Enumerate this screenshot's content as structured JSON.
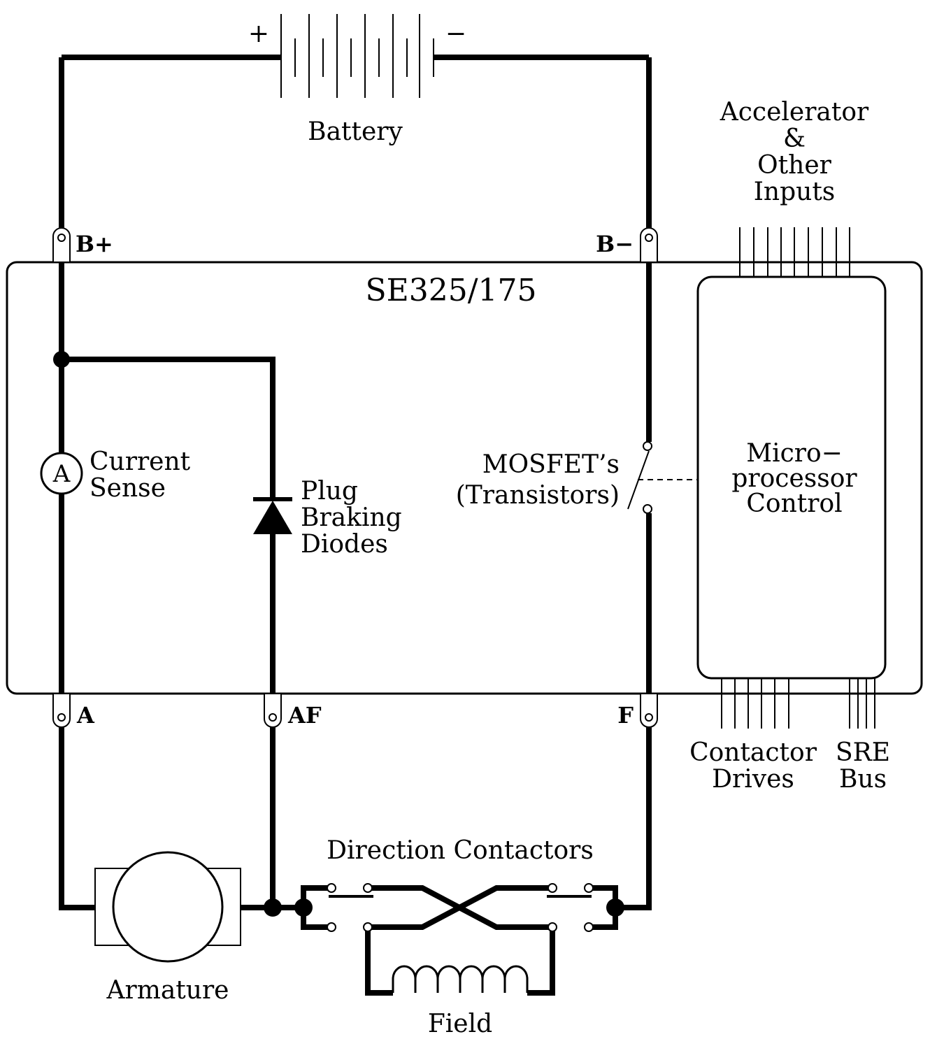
{
  "battery": {
    "label": "Battery",
    "plus": "+",
    "minus": "−"
  },
  "controller": {
    "model": "SE325/175"
  },
  "terminals": {
    "b_plus": "B+",
    "b_minus": "B−",
    "a": "A",
    "af": "AF",
    "f": "F"
  },
  "ammeter": {
    "symbol": "A",
    "label_line1": "Current",
    "label_line2": "Sense"
  },
  "diode": {
    "line1": "Plug",
    "line2": "Braking",
    "line3": "Diodes"
  },
  "mosfet": {
    "line1": "MOSFET’s",
    "line2": "(Transistors)"
  },
  "micro": {
    "line1": "Micro−",
    "line2": "processor",
    "line3": "Control"
  },
  "inputs": {
    "line1": "Accelerator",
    "line2": "&",
    "line3": "Other",
    "line4": "Inputs"
  },
  "outputs": {
    "contactor_line1": "Contactor",
    "contactor_line2": "Drives",
    "sre_line1": "SRE",
    "sre_line2": "Bus"
  },
  "direction": {
    "label": "Direction Contactors"
  },
  "armature": {
    "label": "Armature"
  },
  "field": {
    "label": "Field"
  }
}
